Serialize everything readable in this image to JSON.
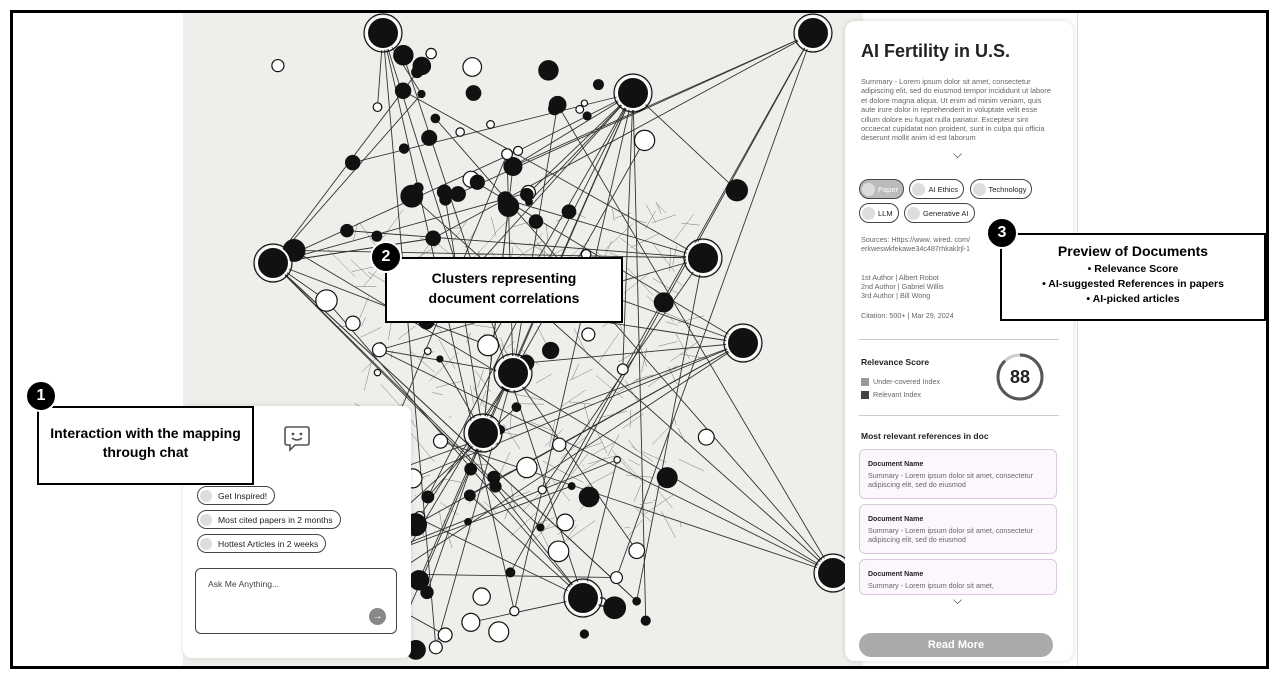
{
  "panel": {
    "title": "AI Fertility in U.S.",
    "summary": "Summary - Lorem ipsum dolor sit amet, consectetur adipiscing elit, sed do eiusmod tempor incididunt ut labore et dolore magna aliqua. Ut enim ad minim veniam, quis aute irure dolor in reprehenderit in voluptate velit esse cillum dolore eu fugiat nulla pariatur. Excepteur sint occaecat cupidatat non proident, sunt in culpa qui officia deserunt mollit anim id est laborum",
    "tags": [
      "Paper",
      "AI Ethics",
      "Technology",
      "LLM",
      "Generative AI"
    ],
    "sources": "Sources: Https://www. wired. com/",
    "sources_line2": "erkweswkfekawe34c487rhkaklrjl-1",
    "authors": [
      "1st Author | Albert Robot",
      "2nd Author | Gabriel Willis",
      "3rd Author | Bill Wong"
    ],
    "citation": "Citation: 500+ | Mar 29, 2024",
    "relevance_title": "Relevance Score",
    "legend": [
      "Under-covered Index",
      "Relevant Index"
    ],
    "score": "88",
    "score_fraction": 0.88,
    "refs_title": "Most relevant references in doc",
    "docs": [
      {
        "name": "Document Name",
        "summary": "Summary - Lorem ipsum dolor sit amet, consectetur adipiscing elit, sed do eiusmod"
      },
      {
        "name": "Document Name",
        "summary": "Summary - Lorem ipsum dolor sit amet, consectetur adipiscing elit, sed do eiusmod"
      },
      {
        "name": "Document Name",
        "summary": "Summary - Lorem ipsum dolor sit amet,"
      }
    ],
    "read_more": "Read More"
  },
  "chat": {
    "suggestions": [
      "Get Inspired!",
      "Most cited papers in 2 months",
      "Hottest Articles in 2 weeks"
    ],
    "placeholder": "Ask Me Anything..."
  },
  "callouts": {
    "c1": {
      "num": "1",
      "text": "Interaction with the mapping through chat"
    },
    "c2": {
      "num": "2",
      "text": "Clusters representing document correlations"
    },
    "c3": {
      "num": "3",
      "title": "Preview of Documents",
      "items": [
        "Relevance Score",
        "AI-suggested References in papers",
        "AI-picked articles"
      ]
    }
  },
  "colors": {
    "legend_under": "#999999",
    "legend_relevant": "#444444",
    "doc_border": "#d9c8de",
    "button": "#aaaaaa"
  }
}
